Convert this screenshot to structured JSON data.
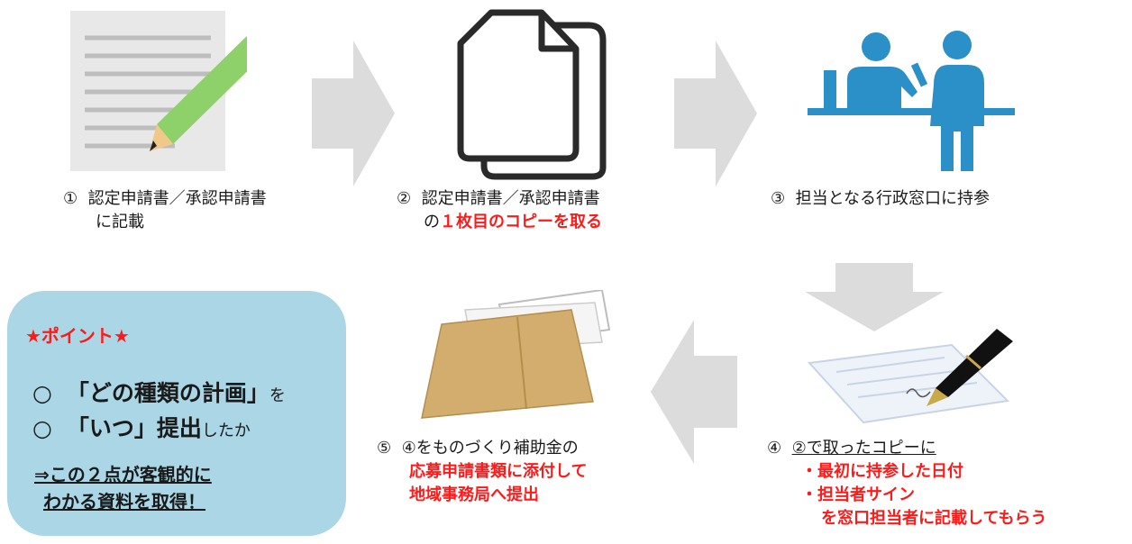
{
  "steps": {
    "s1": {
      "num": "①",
      "line1": "認定申請書／承認申請書",
      "line2": "に記載"
    },
    "s2": {
      "num": "②",
      "line1": "認定申請書／承認申請書",
      "line2_prefix": "の",
      "line2_red": "１枚目のコピーを取る"
    },
    "s3": {
      "num": "③",
      "line1": "担当となる行政窓口に持参"
    },
    "s4": {
      "num": "④",
      "line1": "②で取ったコピーに",
      "red1": "・最初に持参した日付",
      "red2": "・担当者サイン",
      "red3": "を窓口担当者に記載してもらう"
    },
    "s5": {
      "num": "⑤",
      "line1": "④をものづくり補助金の",
      "red1": "応募申請書類に添付して",
      "red2": "地域事務局へ提出"
    }
  },
  "point": {
    "title": "★ポイント★",
    "item1_mark": "○",
    "item1_bold": "「どの種類の計画」",
    "item1_small": "を",
    "item2_mark": "○",
    "item2_bold1": "「いつ」提出",
    "item2_small": "したか",
    "concl1": "⇒この２点が客観的に",
    "concl2": "わかる資料を取得！"
  },
  "colors": {
    "arrow": "#dcdcdc",
    "accent_red": "#ff1a1a",
    "point_bg": "#aad6e6",
    "person_blue": "#2b8fc8",
    "envelope": "#d2ad6d"
  },
  "icons": [
    "document-pencil-icon",
    "copy-pages-icon",
    "counter-officials-icon",
    "signing-pen-icon",
    "envelope-icon"
  ]
}
